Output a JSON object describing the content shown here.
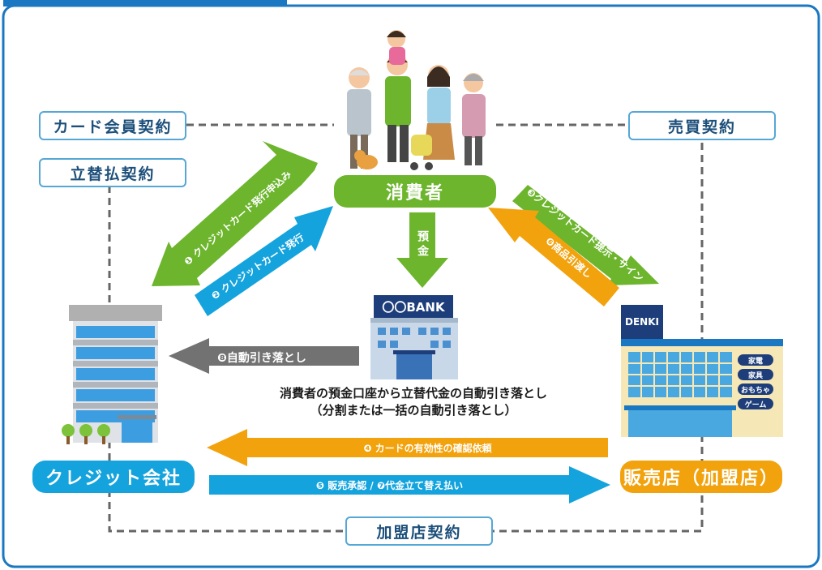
{
  "contracts": {
    "card_member": "カード会員契約",
    "advance_payment": "立替払契約",
    "sales": "売買契約",
    "merchant": "加盟店契約"
  },
  "actors": {
    "consumer": "消費者",
    "credit_company": "クレジット会社",
    "store": "販売店（加盟店）"
  },
  "bank": {
    "sign": "〇〇BANK",
    "deposit_label": "預金"
  },
  "store_sign": {
    "brand": "DENKI",
    "tags": [
      "家電",
      "家具",
      "おもちゃ",
      "ゲーム"
    ]
  },
  "arrows": {
    "step1": "❶ クレジットカード発行申込み",
    "step2": "❷ クレジットカード発行",
    "step3": "❸クレジットカード提示・サイン",
    "step6": "❻商品引渡し",
    "step8": "❽自動引き落とし",
    "step4": "❹ カードの有効性の確認依頼",
    "step5_7": "❺ 販売承認 / ❼代金立て替え払い"
  },
  "caption": {
    "line1": "消費者の預金口座から立替代金の自動引き落とし",
    "line2": "（分割または一括の自動引き落とし）"
  },
  "colors": {
    "green": "#6cb52d",
    "blue": "#14a3dd",
    "orange": "#f2a20d",
    "gray": "#727272",
    "frame": "#1a78c2",
    "navy": "#1d3e7a"
  }
}
